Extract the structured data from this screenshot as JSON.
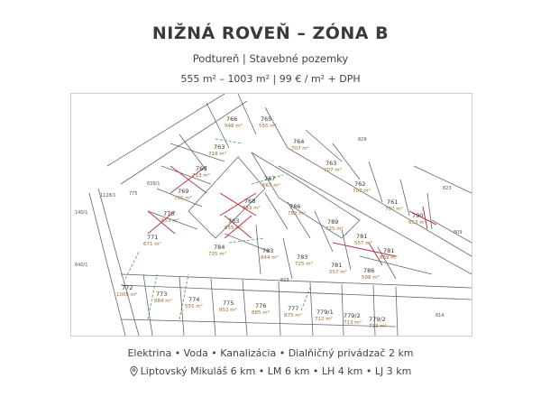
{
  "header": {
    "title": "NIŽNÁ ROVEŇ – ZÓNA B",
    "subtitle": "Podtureň | Stavebné pozemky",
    "price_line": "555 m² – 1003 m²  | 99 € / m² + DPH"
  },
  "footer": {
    "amenities": "Elektrina • Voda • Kanalizácia • Dialňičný privádzač 2 km",
    "distances": "Liptovský Mikuláš 6 km • LM 6 km • LH 4 km • LJ 3 km"
  },
  "map": {
    "icon": "location-pin-icon",
    "colors": {
      "boundary": "#b83a4a",
      "dashed_line": "#3a9a4a",
      "plot_line": "#666666"
    },
    "lots": [
      {
        "id": "766",
        "area": "948 m²"
      },
      {
        "id": "765",
        "area": "555 m²"
      },
      {
        "id": "763",
        "area": "718 m²"
      },
      {
        "id": "764",
        "area": "707 m²"
      },
      {
        "id": "760",
        "area": "713 m²"
      },
      {
        "id": "763",
        "area": "707 m²"
      },
      {
        "id": "769",
        "area": "720 m²"
      },
      {
        "id": "767",
        "area": "667 m²"
      },
      {
        "id": "762",
        "area": "707 m²"
      },
      {
        "id": "761",
        "area": "707 m²"
      },
      {
        "id": "768",
        "area": "853 m²"
      },
      {
        "id": "786",
        "area": "782 m²"
      },
      {
        "id": "770",
        "area": "653 m²"
      },
      {
        "id": "763",
        "area": "855 m²"
      },
      {
        "id": "789",
        "area": "725 m²"
      },
      {
        "id": "790",
        "area": "653 m²"
      },
      {
        "id": "771",
        "area": "671 m²"
      },
      {
        "id": "781",
        "area": "557 m²"
      },
      {
        "id": "784",
        "area": "735 m²"
      },
      {
        "id": "783",
        "area": "844 m²"
      },
      {
        "id": "781",
        "area": "889 m²"
      },
      {
        "id": "783",
        "area": "725 m²"
      },
      {
        "id": "781",
        "area": "557 m²"
      },
      {
        "id": "786",
        "area": "508 m²"
      },
      {
        "id": "772",
        "area": "1005 m²"
      },
      {
        "id": "773",
        "area": "884 m²"
      },
      {
        "id": "774",
        "area": "555 m²"
      },
      {
        "id": "775",
        "area": "952 m²"
      },
      {
        "id": "776",
        "area": "885 m²"
      },
      {
        "id": "777",
        "area": "875 m²"
      },
      {
        "id": "779/1",
        "area": "712 m²"
      },
      {
        "id": "779/2",
        "area": "713 m²"
      },
      {
        "id": "779/2",
        "area": "713 m²"
      }
    ],
    "parcel_labels": [
      "829",
      "823",
      "823",
      "809",
      "814",
      "775",
      "1128/1",
      "639/1",
      "140/1",
      "640/1"
    ]
  }
}
